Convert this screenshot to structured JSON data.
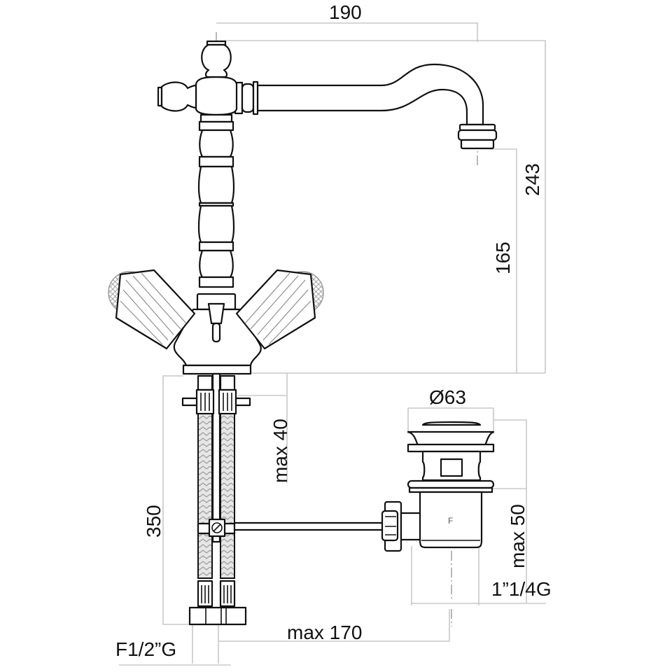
{
  "drawing": {
    "subject": "Single-hole basin mixer with pop-up waste",
    "line_color": "#111111",
    "dimension_line_color": "#c8c8c8"
  },
  "dimensions": {
    "spout_reach": "190",
    "total_height": "243",
    "spout_outlet_height": "165",
    "deck_thickness_max": "max 40",
    "hose_length": "350",
    "waste_offset_max": "max 170",
    "inlet_thread": "F1/2”G",
    "waste_flange_diameter": "Ø63",
    "waste_height_max": "max 50",
    "waste_thread": "1”1/4G"
  }
}
